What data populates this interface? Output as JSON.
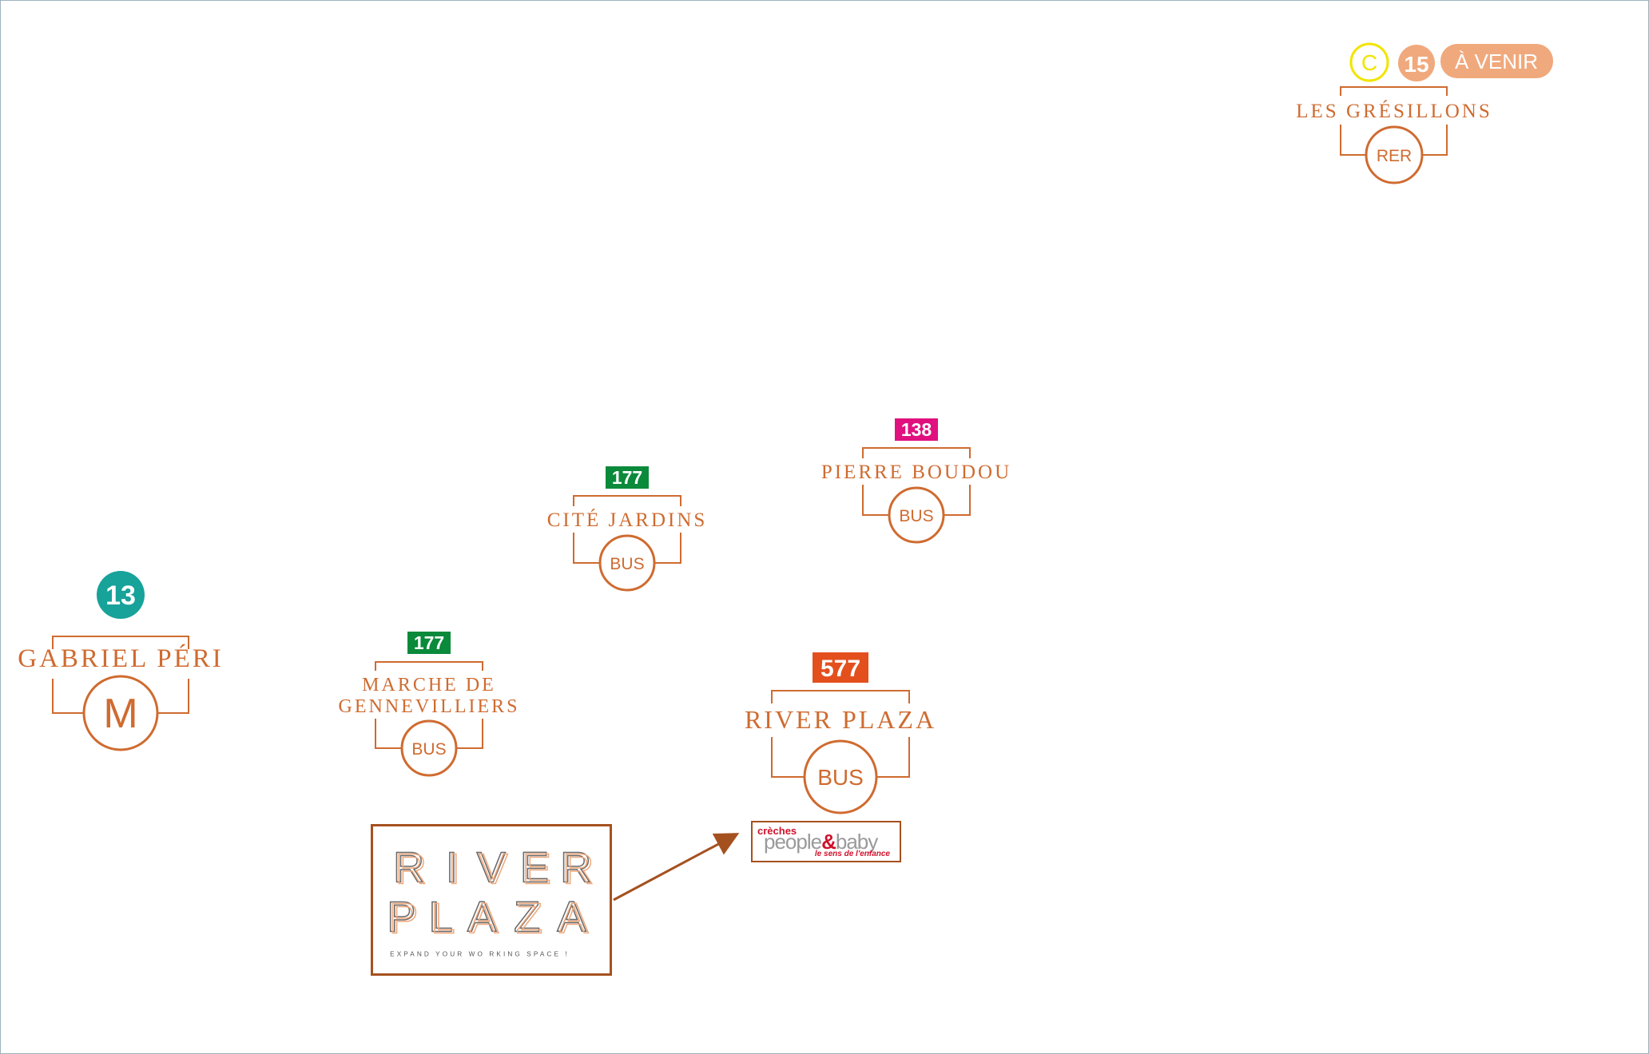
{
  "colors": {
    "primary": "#cf6b30",
    "frame": "#9fb2bd",
    "line13": "#17a29a",
    "bus177": "#0a8a3a",
    "bus138": "#e0107f",
    "bus577": "#e3501e",
    "lineC": "#f2e400",
    "line15": "#f0a97c",
    "logo_border": "#a5511f",
    "creche_red": "#d0122a"
  },
  "stations": [
    {
      "id": "gabriel-peri",
      "name": "GABRIEL PÉRI",
      "mode": "M",
      "line": "13"
    },
    {
      "id": "marche-de-gennevilliers",
      "name_lines": [
        "MARCHE DE",
        "GENNEVILLIERS"
      ],
      "mode": "BUS",
      "line": "177"
    },
    {
      "id": "cite-jardins",
      "name": "CITÉ JARDINS",
      "mode": "BUS",
      "line": "177"
    },
    {
      "id": "pierre-boudou",
      "name": "PIERRE BOUDOU",
      "mode": "BUS",
      "line": "138"
    },
    {
      "id": "river-plaza",
      "name": "RIVER PLAZA",
      "mode": "BUS",
      "line": "577"
    },
    {
      "id": "les-gresillons",
      "name": "LES GRÉSILLONS",
      "mode": "RER",
      "lines": [
        "C",
        "15"
      ],
      "badge": "À VENIR"
    }
  ],
  "logo": {
    "row1": [
      "R",
      "I",
      "V",
      "E",
      "R"
    ],
    "row2": [
      "P",
      "L",
      "A",
      "Z",
      "A"
    ],
    "tagline": "EXPAND YOUR WO RKING SPACE !"
  },
  "creche": {
    "top": "crèches",
    "brand_a": "people",
    "amp": "&",
    "brand_b": "baby",
    "tagline": "le sens de l'enfance"
  }
}
